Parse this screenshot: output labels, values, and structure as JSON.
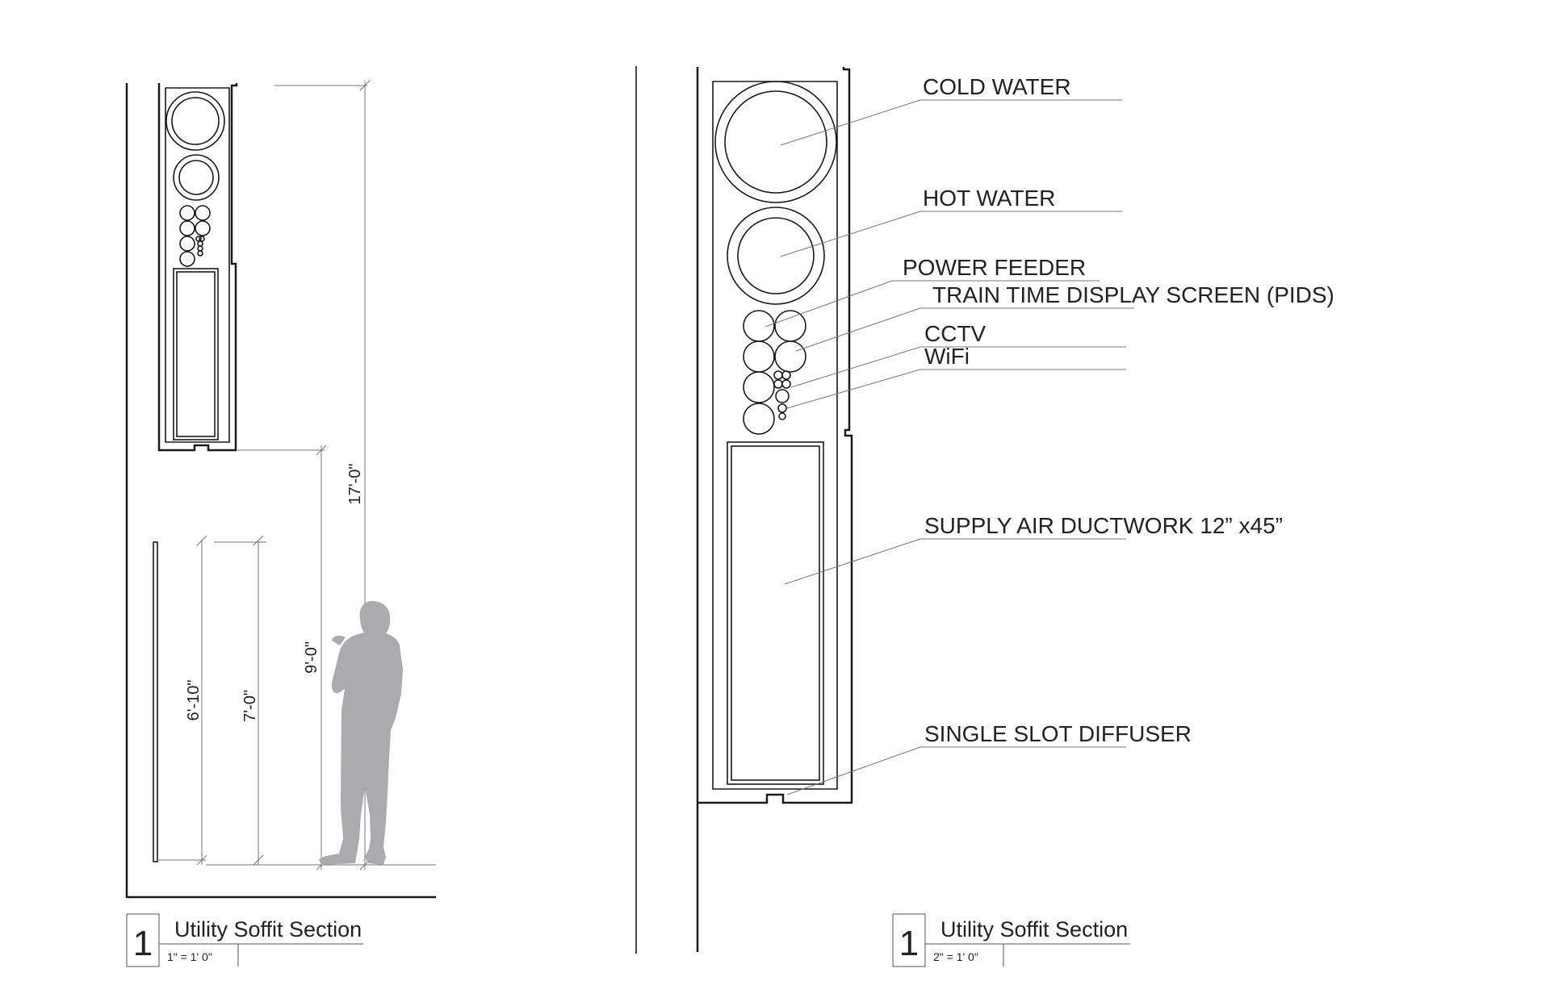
{
  "labels": {
    "cold_water": "COLD WATER",
    "hot_water": "HOT WATER",
    "power_feeder": "POWER FEEDER",
    "pids": "TRAIN TIME DISPLAY SCREEN (PIDS)",
    "cctv": "CCTV",
    "wifi": "WiFi",
    "ductwork": "SUPPLY AIR DUCTWORK 12” x45”",
    "diffuser": "SINGLE SLOT DIFFUSER"
  },
  "dimensions": {
    "total_height": "17'-0\"",
    "soffit_clearance": "9'-0\"",
    "sign_height": "7'-0\"",
    "sign_panel": "6'-10\""
  },
  "title_blocks": [
    {
      "number": "1",
      "title": "Utility Soffit Section",
      "scale": "1\" = 1' 0\""
    },
    {
      "number": "1",
      "title": "Utility Soffit Section",
      "scale": "2\" = 1' 0\""
    }
  ],
  "colors": {
    "line": "#1a1a1a",
    "leader": "#777777",
    "figure": "#a9abad"
  }
}
